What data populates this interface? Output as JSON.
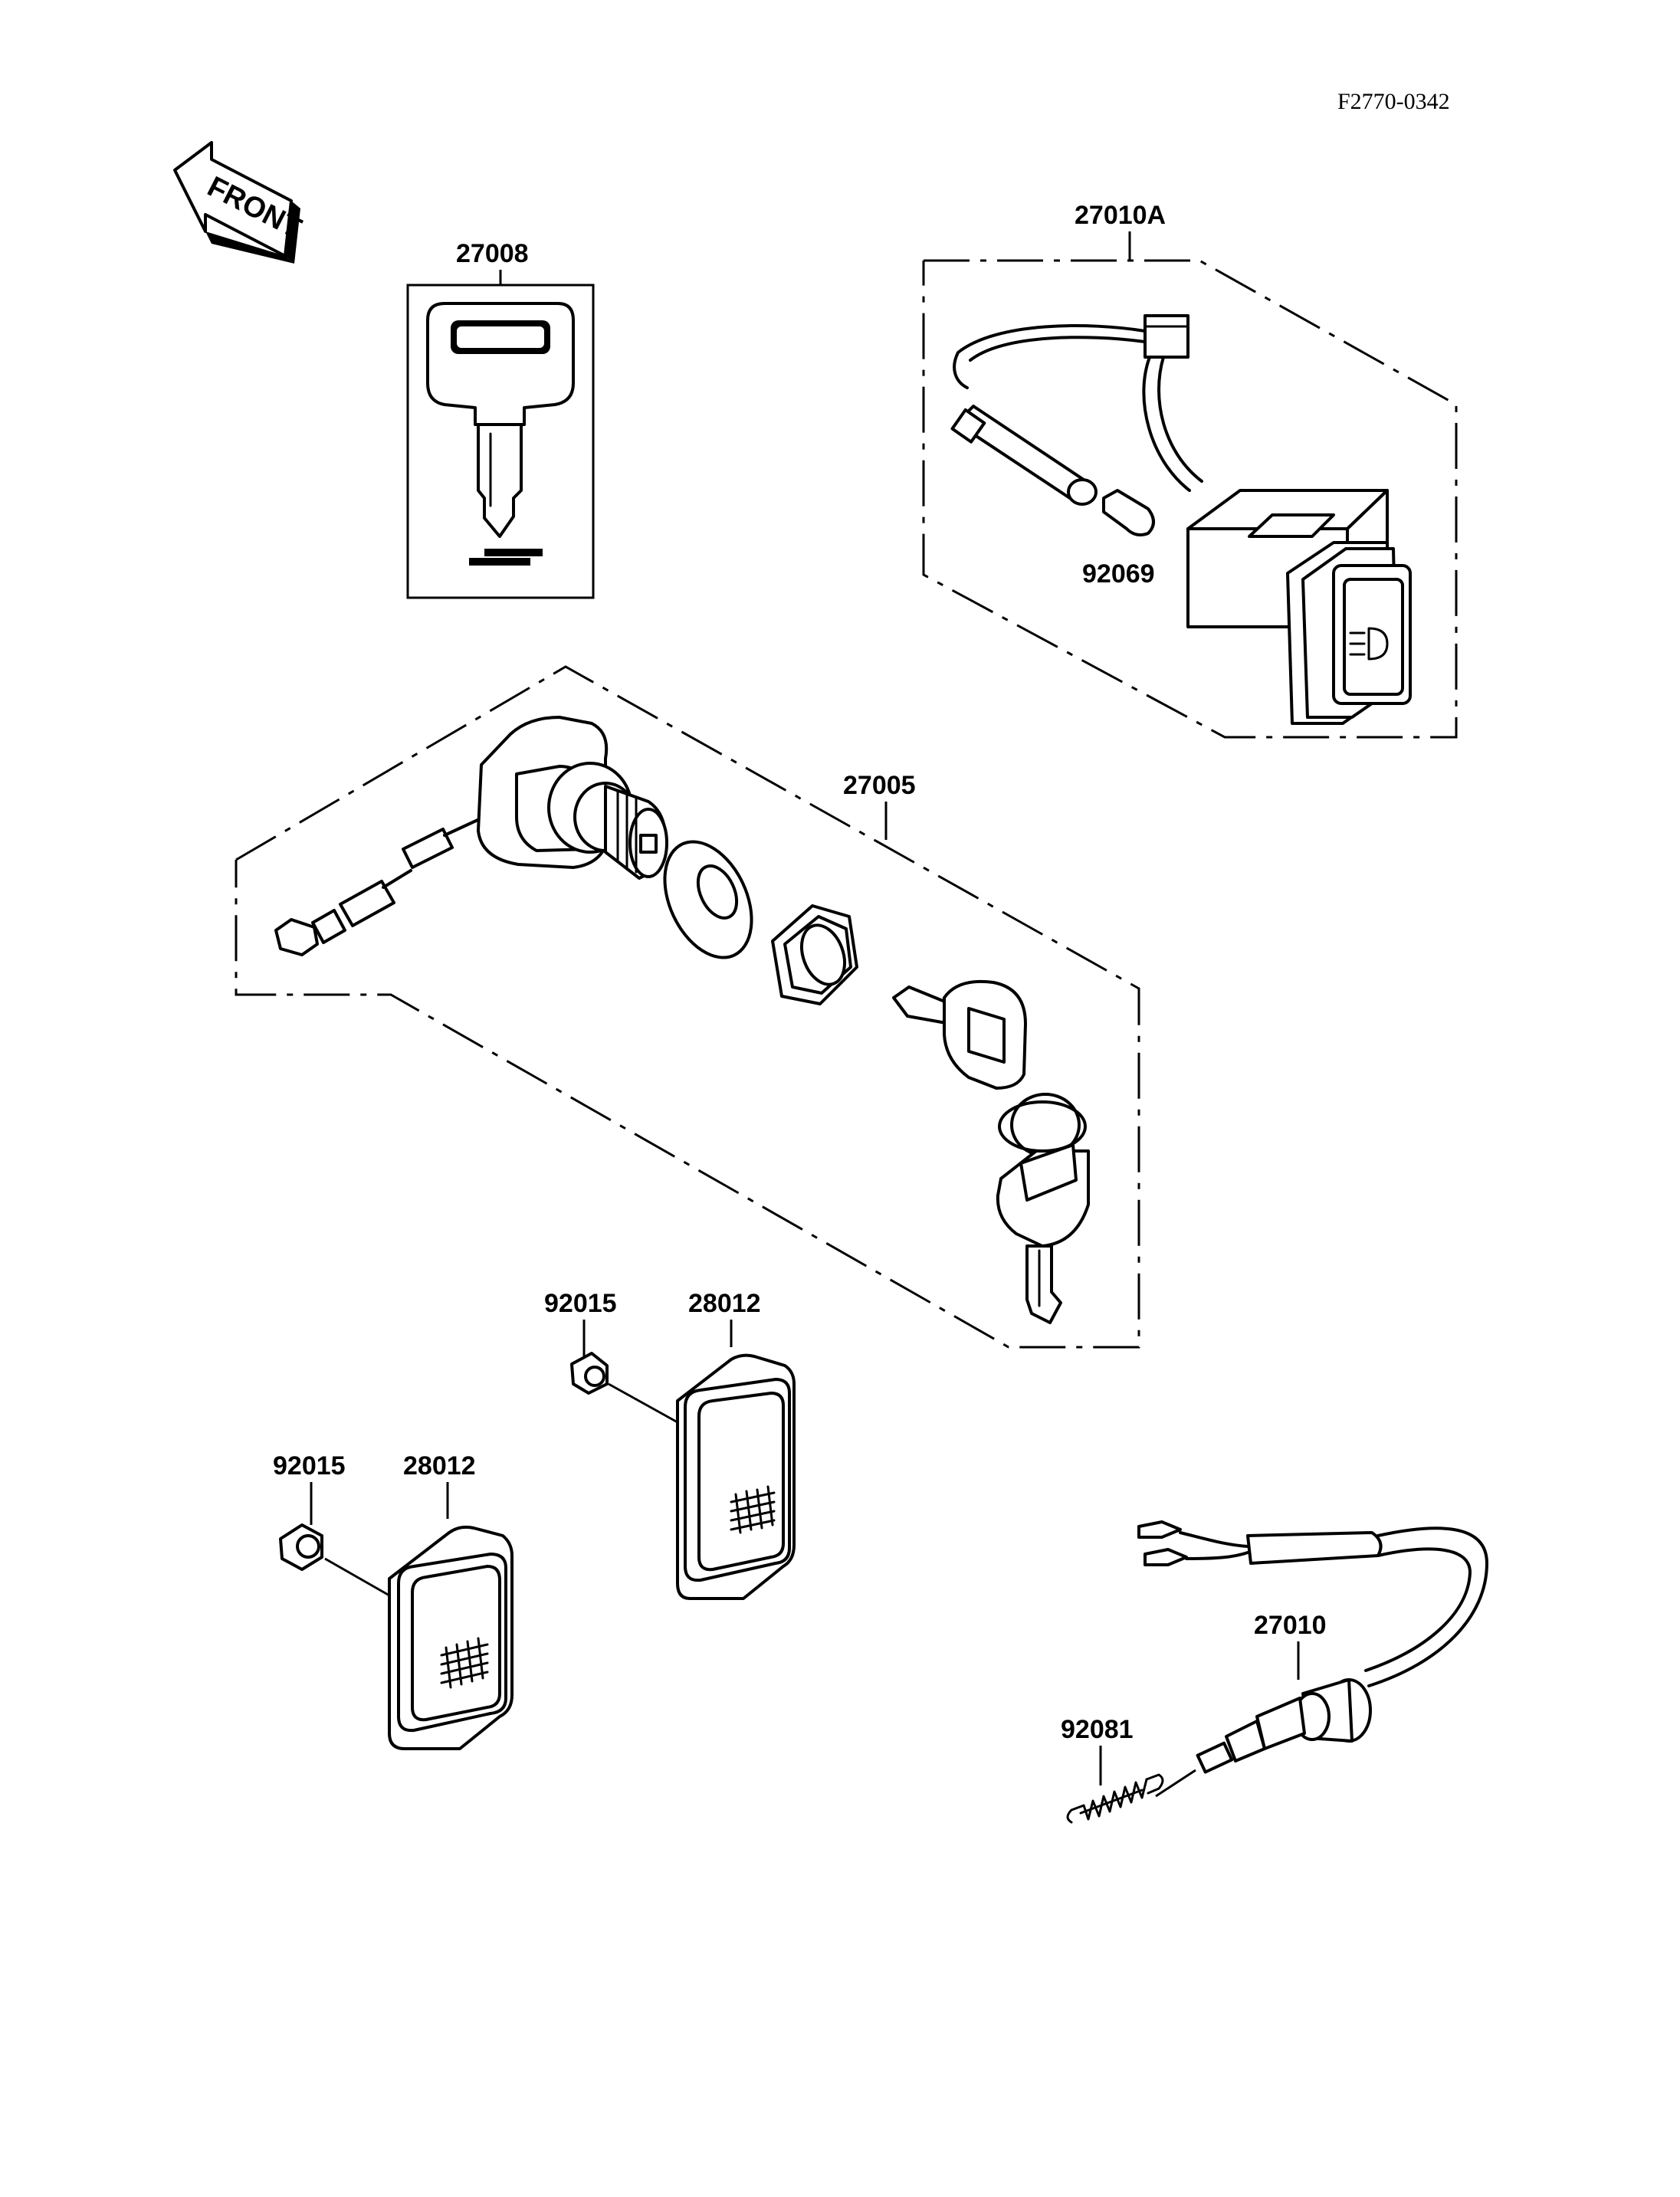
{
  "catalog_number": "F2770-0342",
  "front_label": "FRONT",
  "parts": {
    "key_blank": "27008",
    "headlight_switch_assy": "27010A",
    "headlight_bulb": "92069",
    "ignition_switch_assy": "27005",
    "flange_nut_upper": "92015",
    "reflector_upper": "28012",
    "flange_nut_lower": "92015",
    "reflector_lower": "28012",
    "brake_switch": "27010",
    "spring": "92081"
  }
}
